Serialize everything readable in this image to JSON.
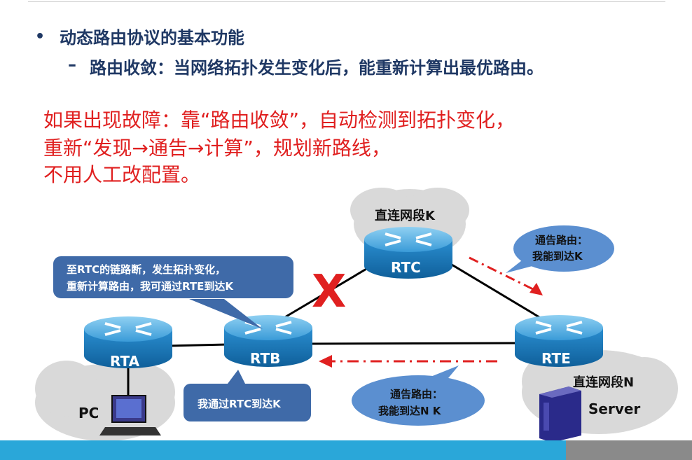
{
  "heading": {
    "bullet": "•",
    "title": "动态路由协议的基本功能",
    "dash": "–",
    "sub": "路由收敛：当网络拓扑发生变化后，能重新计算出最优路由。"
  },
  "note": {
    "line1": "如果出现故障：靠“路由收敛”，自动检测到拓扑变化，",
    "line2": "重新“发现→通告→计算”，规划新路线，",
    "line3": "不用人工改配置。"
  },
  "routers": {
    "rta": "RTA",
    "rtb": "RTB",
    "rtc": "RTC",
    "rte": "RTE"
  },
  "clouds": {
    "k": "直连网段K",
    "n": "直连网段N"
  },
  "devices": {
    "pc": "PC",
    "server": "Server"
  },
  "fail_mark": "X",
  "callouts": {
    "rtb_recalc_line1": "至RTC的链路断，发生拓扑变化，",
    "rtb_recalc_line2": "重新计算路由，我可通过RTE到达K",
    "rtb_via_rtc": "我通过RTC到达K",
    "rtc_advert_line1": "通告路由：",
    "rtc_advert_line2": "我能到达K",
    "rte_advert_line1": "通告路由：",
    "rte_advert_line2": "我能到达N  K"
  },
  "colors": {
    "heading": "#1f3864",
    "red_text": "#e02020",
    "router_body": "#1a7fc1",
    "router_top": "#5eb6e6",
    "callout_box": "#3f6aa8",
    "callout_ellipse": "#5b8fd0",
    "cloud": "#d9d9d9",
    "arrow": "#e02020",
    "bottom_bar": "#2aa7d9"
  }
}
